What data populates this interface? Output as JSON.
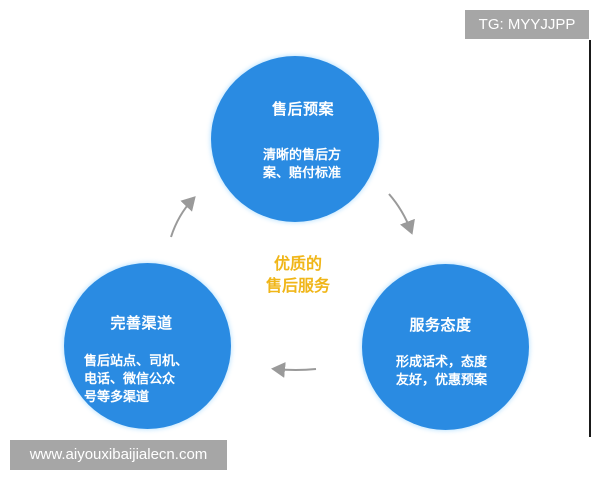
{
  "watermarks": {
    "top_right": "TG: MYYJJPP",
    "bottom_left": "www.aiyouxibaijialecn.com"
  },
  "diagram": {
    "center_label": "优质的\n售后服务",
    "nodes": [
      {
        "title": "售后预案",
        "description": "清晰的售后方\n案、赔付标准"
      },
      {
        "title": "服务态度",
        "description": "形成话术，态度\n友好，优惠预案"
      },
      {
        "title": "完善渠道",
        "description": "售后站点、司机、\n电话、微信公众\n号等多渠道"
      }
    ],
    "arrows": [
      "top-to-right",
      "right-to-left",
      "left-to-top"
    ]
  },
  "colors": {
    "circle": "#2a8be2",
    "center_text": "#f0b619",
    "arrow": "#9a9a9a",
    "badge_bg": "#a6a6a6"
  }
}
